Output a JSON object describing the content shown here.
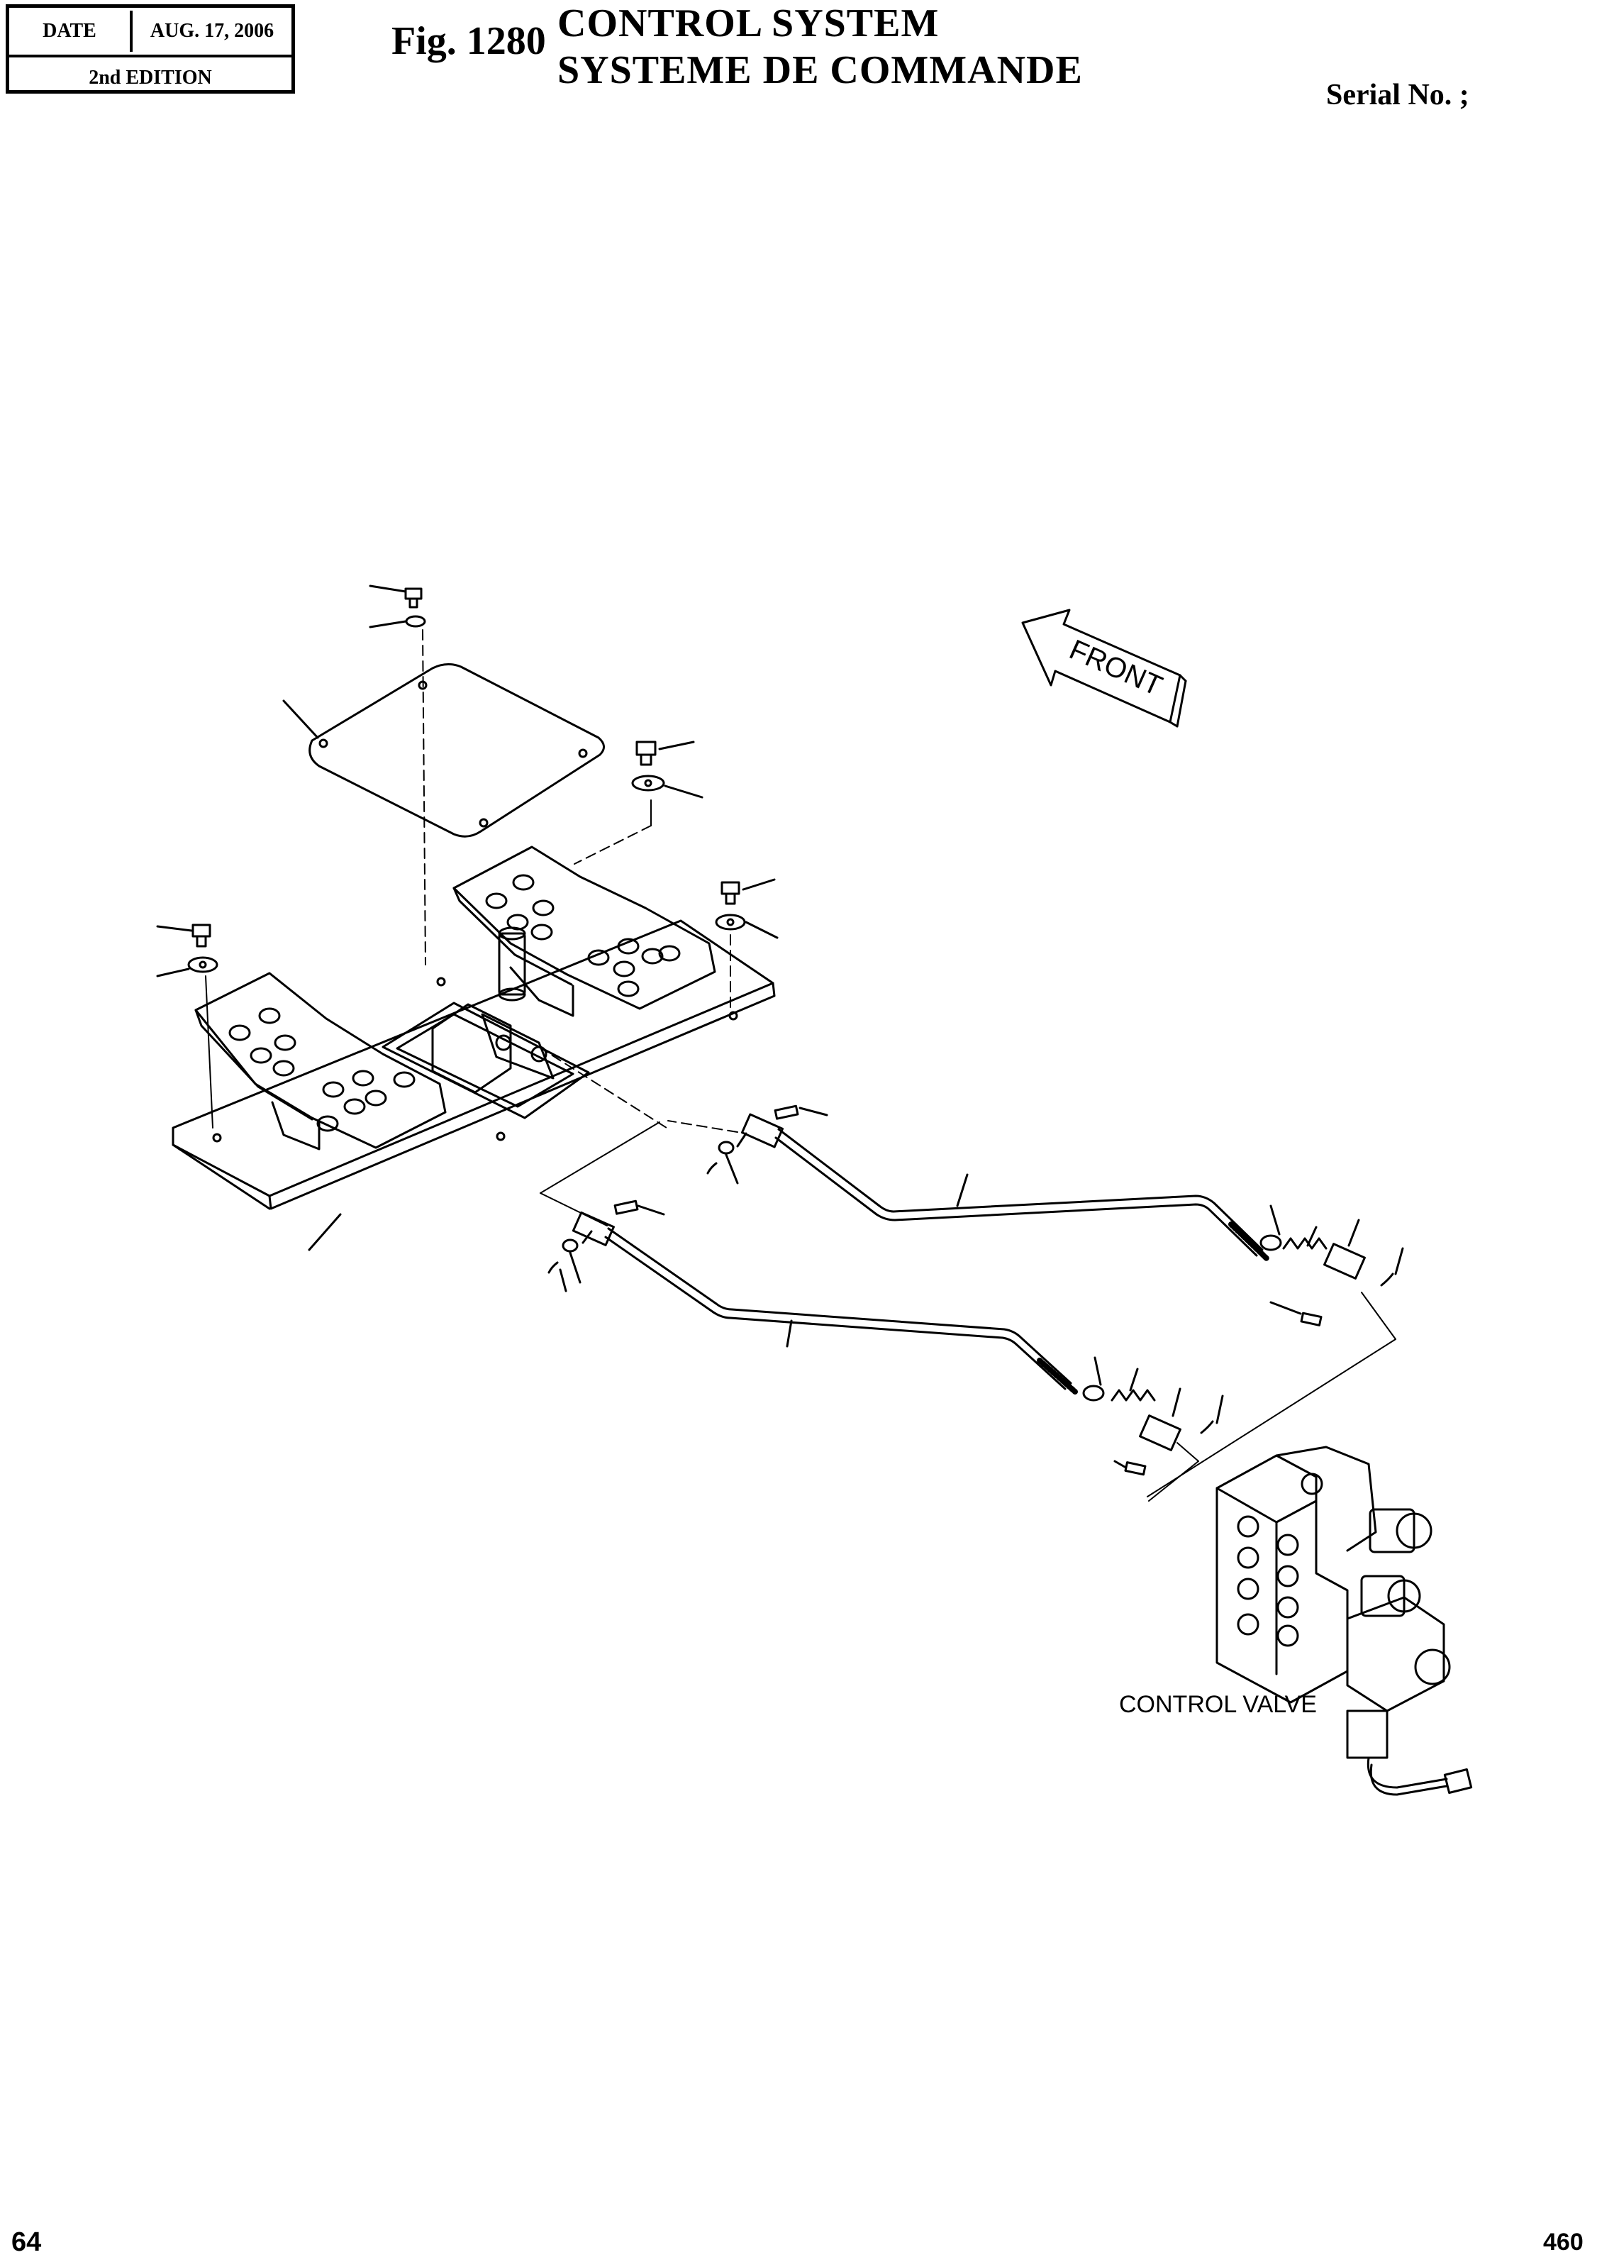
{
  "header": {
    "date_label": "DATE",
    "date_value": "AUG. 17, 2006",
    "edition": "2nd EDITION"
  },
  "figure": {
    "number": "Fig. 1280",
    "title_en": "CONTROL  SYSTEM",
    "title_fr": "SYSTEME  DE  COMMANDE"
  },
  "serial_label": "Serial No. ;",
  "diagram": {
    "front_label": "FRONT",
    "control_valve_label": "CONTROL VALVE"
  },
  "footer": {
    "page_left": "64",
    "page_right": "460"
  }
}
